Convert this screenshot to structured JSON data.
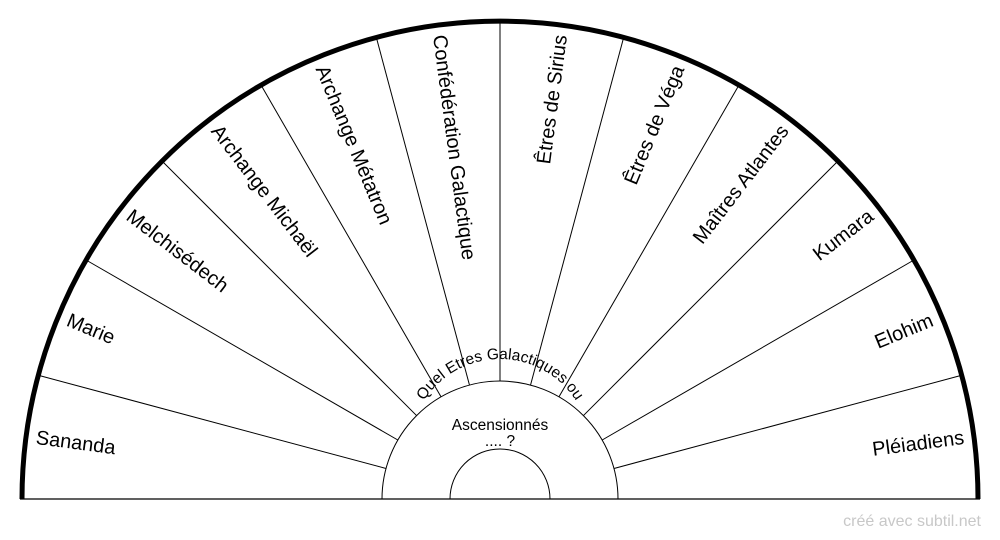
{
  "pendulum": {
    "question_line1": "Quel Etres Galactiques ou",
    "question_line2": "Ascensionnés",
    "question_line3": ".... ?",
    "sectors": [
      {
        "label": "Sananda"
      },
      {
        "label": "Marie"
      },
      {
        "label": "Melchisédech"
      },
      {
        "label": "Archange Michaël"
      },
      {
        "label": "Archange Métatron"
      },
      {
        "label": "Confédération Galactique"
      },
      {
        "label": "Êtres de Sirius"
      },
      {
        "label": "Êtres de Véga"
      },
      {
        "label": "Maîtres Atlantes"
      },
      {
        "label": "Kumara"
      },
      {
        "label": "Elohim"
      },
      {
        "label": "Pléiadiens"
      }
    ],
    "colors": {
      "line": "#000000",
      "background": "#ffffff",
      "credit": "#c8c8c8"
    }
  },
  "footer": {
    "credit": "créé avec subtil.net"
  }
}
